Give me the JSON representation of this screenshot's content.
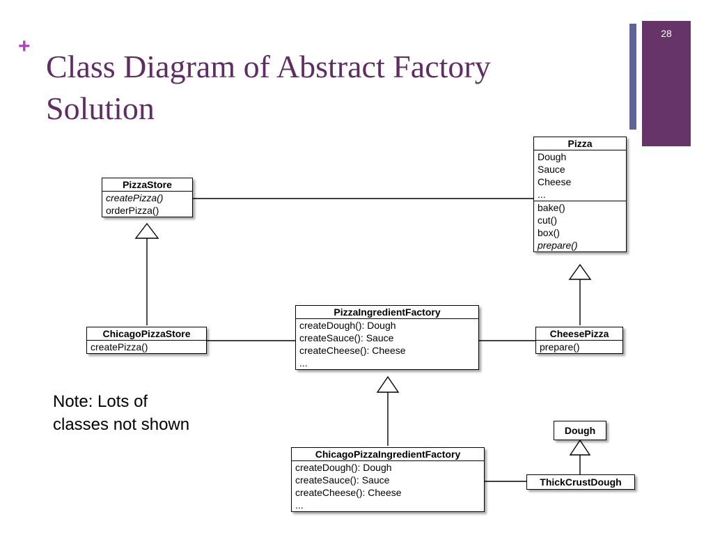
{
  "slide": {
    "plus_mark": "+",
    "title_line1": "Class Diagram of Abstract Factory",
    "title_line2": "Solution",
    "page_number": "28",
    "colors": {
      "title": "#5f2d63",
      "plus": "#b040b8",
      "accent_bar": "#663468",
      "thin_bar": "#5f6397"
    }
  },
  "diagram": {
    "classes": {
      "pizza": {
        "name": "Pizza",
        "attributes": [
          "Dough",
          "Sauce",
          "Cheese",
          "..."
        ],
        "methods": [
          "bake()",
          "cut()",
          "box()",
          "prepare()"
        ],
        "italic_methods": [
          "prepare()"
        ]
      },
      "pizza_store": {
        "name": "PizzaStore",
        "methods": [
          "createPizza()",
          "orderPizza()"
        ],
        "italic_methods": [
          "createPizza()"
        ]
      },
      "chicago_pizza_store": {
        "name": "ChicagoPizzaStore",
        "methods": [
          "createPizza()"
        ]
      },
      "pizza_ingredient_factory": {
        "name": "PizzaIngredientFactory",
        "methods": [
          "createDough(): Dough",
          "createSauce(): Sauce",
          "createCheese(): Cheese",
          "..."
        ]
      },
      "cheese_pizza": {
        "name": "CheesePizza",
        "methods": [
          "prepare()"
        ]
      },
      "chicago_pizza_ingredient_factory": {
        "name": "ChicagoPizzaIngredientFactory",
        "methods": [
          "createDough(): Dough",
          "createSauce(): Sauce",
          "createCheese(): Cheese",
          "..."
        ]
      },
      "dough": {
        "name": "Dough"
      },
      "thick_crust_dough": {
        "name": "ThickCrustDough"
      }
    },
    "relations": [
      {
        "from": "PizzaStore",
        "to": "Pizza",
        "kind": "association"
      },
      {
        "from": "ChicagoPizzaStore",
        "to": "PizzaStore",
        "kind": "inheritance"
      },
      {
        "from": "ChicagoPizzaStore",
        "to": "PizzaIngredientFactory",
        "kind": "association"
      },
      {
        "from": "CheesePizza",
        "to": "PizzaIngredientFactory",
        "kind": "association"
      },
      {
        "from": "CheesePizza",
        "to": "Pizza",
        "kind": "inheritance"
      },
      {
        "from": "ChicagoPizzaIngredientFactory",
        "to": "PizzaIngredientFactory",
        "kind": "inheritance"
      },
      {
        "from": "ChicagoPizzaIngredientFactory",
        "to": "ThickCrustDough",
        "kind": "association"
      },
      {
        "from": "ThickCrustDough",
        "to": "Dough",
        "kind": "inheritance"
      }
    ],
    "note_lines": [
      "Note: Lots of",
      "classes not shown"
    ]
  }
}
